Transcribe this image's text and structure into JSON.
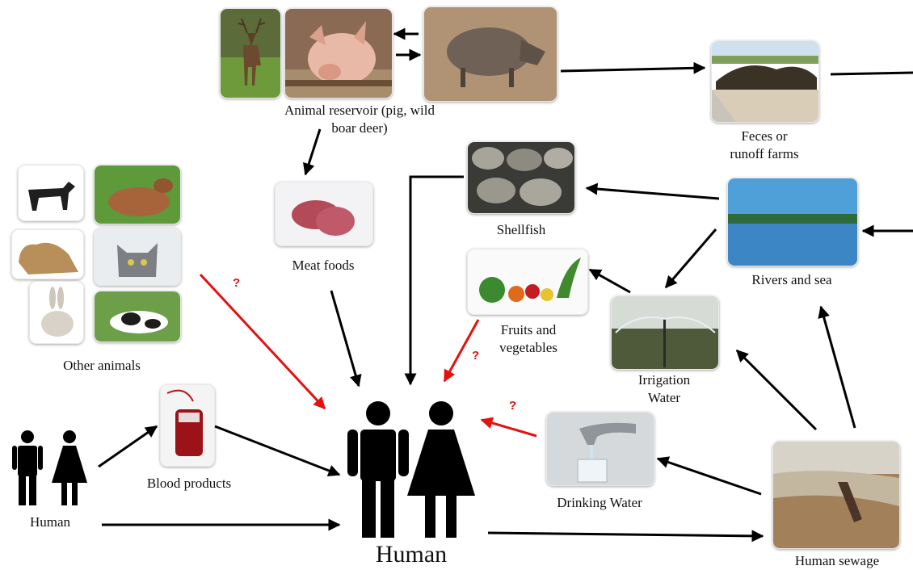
{
  "labels": {
    "animal_reservoir": "Animal reservoir (pig, wild",
    "animal_reservoir_2": "boar deer)",
    "feces_1": "Feces or",
    "feces_2": "runoff farms",
    "meat_foods": "Meat foods",
    "shellfish": "Shellfish",
    "rivers_sea": "Rivers and sea",
    "other_animals": "Other animals",
    "fruits_1": "Fruits and",
    "fruits_2": "vegetables",
    "irrigation_1": "Irrigation",
    "irrigation_2": "Water",
    "blood_products": "Blood products",
    "human_left": "Human",
    "human_center": "Human",
    "drinking_water": "Drinking Water",
    "human_sewage": "Human sewage"
  },
  "question_mark": "?",
  "colors": {
    "arrow": "#000000",
    "uncertain_arrow": "#e3110f"
  }
}
